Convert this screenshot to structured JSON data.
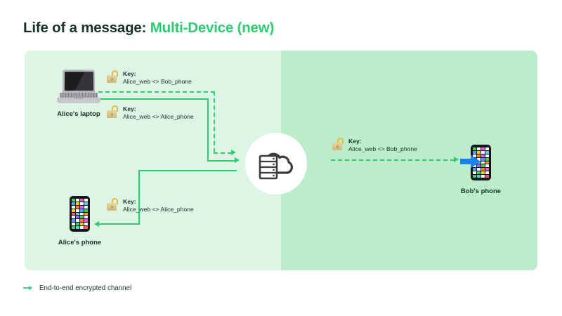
{
  "title": {
    "prefix": "Life of a message: ",
    "accent": "Multi-Device (new)"
  },
  "colors": {
    "accent_green": "#2ecc71",
    "panel_left_bg": "#ddf5e4",
    "panel_right_bg": "#bbedcb",
    "text_dark": "#17322a",
    "blue_arrow": "#1d7ff0",
    "lock_gold": "#d9c489",
    "page_bg": "#ffffff"
  },
  "nodes": {
    "alice_laptop": {
      "label": "Alice's laptop",
      "icon": "laptop-icon"
    },
    "alice_phone": {
      "label": "Alice's phone",
      "icon": "phone-icon"
    },
    "bob_phone": {
      "label": "Bob's phone",
      "icon": "phone-icon"
    },
    "server": {
      "label": "",
      "icon": "server-cloud-icon"
    }
  },
  "keys": [
    {
      "id": "key-laptop-bob",
      "icon": "unlocked-padlock-icon",
      "title": "Key:",
      "value": "Alice_web <> Bob_phone"
    },
    {
      "id": "key-laptop-alicephone",
      "icon": "unlocked-padlock-icon",
      "title": "Key:",
      "value": "Alice_web <> Alice_phone"
    },
    {
      "id": "key-server-alicephone",
      "icon": "unlocked-padlock-icon",
      "title": "Key:",
      "value": "Alice_web <> Alice_phone"
    },
    {
      "id": "key-server-bob",
      "icon": "unlocked-padlock-icon",
      "title": "Key:",
      "value": "Alice_web <> Bob_phone"
    }
  ],
  "legend": {
    "icon": "green-arrow-icon",
    "text": "End-to-end encrypted channel"
  }
}
